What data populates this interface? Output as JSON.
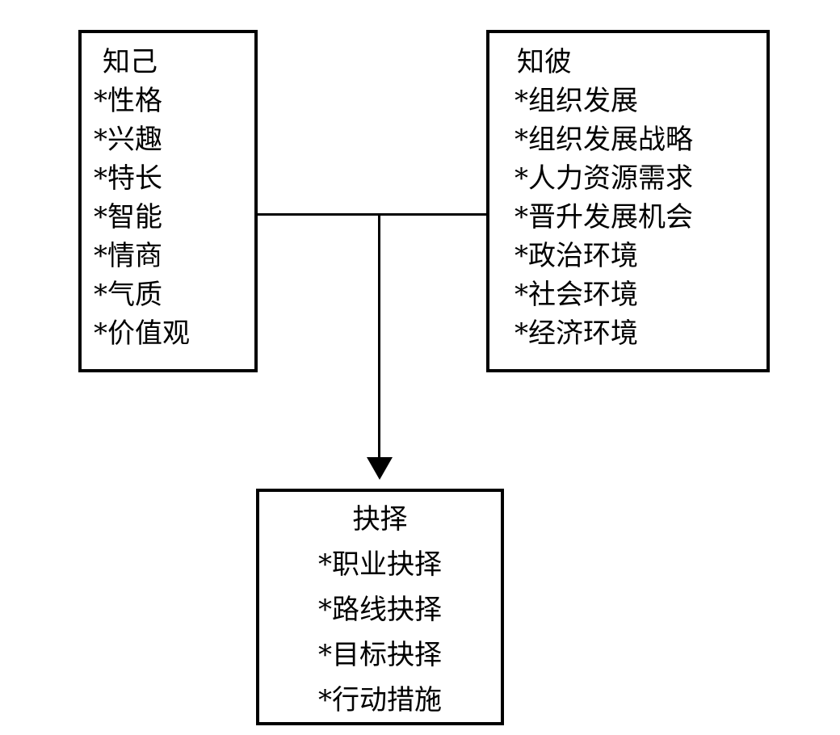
{
  "page": {
    "background": "#ffffff",
    "line_color": "#000000"
  },
  "diagram": {
    "know_self": {
      "title": "知己",
      "items": [
        "*性格",
        "*兴趣",
        "*特长",
        "*智能",
        "*情商",
        "*气质",
        "*价值观"
      ]
    },
    "know_other": {
      "title": "知彼",
      "items": [
        "*组织发展",
        "*组织发展战略",
        "*人力资源需求",
        "*晋升发展机会",
        "*政治环境",
        "*社会环境",
        "*经济环境"
      ]
    },
    "decision": {
      "title": "抉择",
      "items": [
        "*职业抉择",
        "*路线抉择",
        "*目标抉择",
        "*行动措施"
      ]
    }
  }
}
